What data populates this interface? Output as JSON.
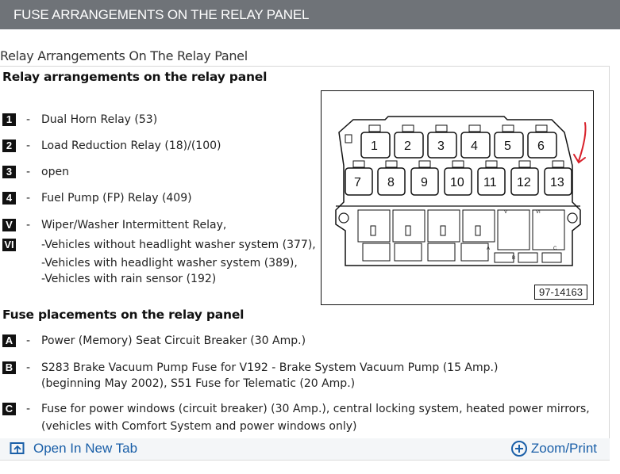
{
  "header": {
    "title": "FUSE ARRANGEMENTS ON THE RELAY PANEL"
  },
  "doc": {
    "link_text": "Relay Arrangements On The Relay Panel"
  },
  "relays": {
    "title": "Relay arrangements on the relay panel",
    "items": [
      {
        "badge": "1",
        "text": "Dual Horn Relay (53)"
      },
      {
        "badge": "2",
        "text": "Load Reduction Relay (18)/(100)"
      },
      {
        "badge": "3",
        "text": "open"
      },
      {
        "badge": "4",
        "text": "Fuel Pump (FP) Relay (409)"
      },
      {
        "badge": "V",
        "text": "Wiper/Washer Intermittent Relay,"
      },
      {
        "badge": "VI",
        "text": "-Vehicles without headlight washer system (377),"
      }
    ],
    "continuation": [
      "-Vehicles with headlight washer system (389),",
      "-Vehicles with rain sensor (192)"
    ]
  },
  "fuses": {
    "title": "Fuse placements on the relay panel",
    "items": [
      {
        "badge": "A",
        "lines": [
          "Power (Memory) Seat Circuit Breaker (30 Amp.)"
        ]
      },
      {
        "badge": "B",
        "lines": [
          "S283 Brake Vacuum Pump Fuse for V192 - Brake System Vacuum Pump (15 Amp.)",
          "(beginning May 2002), S51 Fuse for Telematic (20 Amp.)"
        ]
      },
      {
        "badge": "C",
        "lines": [
          "Fuse for power windows (circuit breaker) (30 Amp.), central locking system, heated power mirrors,",
          "(vehicles with Comfort System and power windows only)"
        ]
      }
    ]
  },
  "diagram": {
    "figure_id": "97-14163",
    "top_row": [
      "1",
      "2",
      "3",
      "4",
      "5",
      "6"
    ],
    "bottom_row": [
      "7",
      "8",
      "9",
      "10",
      "11",
      "12",
      "13"
    ],
    "lower_labels": [
      "V",
      "VI",
      "A",
      "B",
      "C"
    ],
    "annotation_color": "#d8202a"
  },
  "footer": {
    "open_tab": "Open In New Tab",
    "zoom_print": "Zoom/Print"
  },
  "colors": {
    "header_bg": "#6f7378",
    "link": "#1a5fa8"
  },
  "icons": {
    "open_tab": "open-in-new-tab-icon",
    "zoom": "zoom-plus-icon"
  }
}
